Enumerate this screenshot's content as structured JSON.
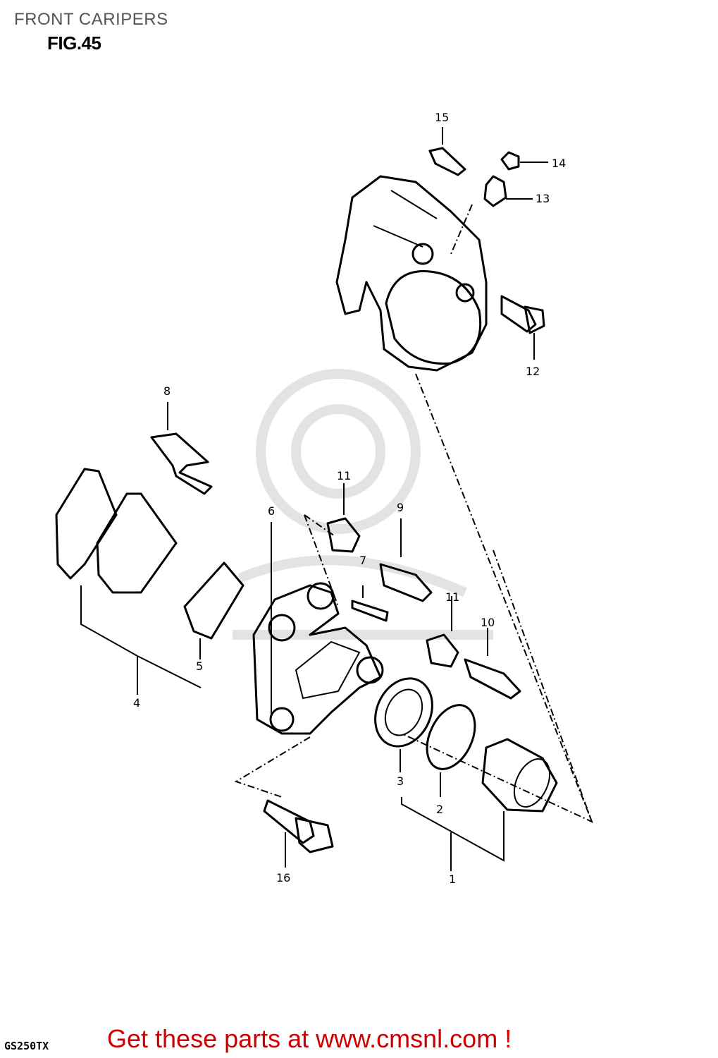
{
  "header": {
    "title": "FRONT CARIPERS",
    "figure": "FIG.45"
  },
  "footer": {
    "model": "GS250TX",
    "promo": "Get these parts at www.cmsnl.com !"
  },
  "colors": {
    "promo": "#cc0000",
    "title": "#555555",
    "watermark": "#e3e3e3"
  },
  "callouts": {
    "p1": "1",
    "p2": "2",
    "p3": "3",
    "p4": "4",
    "p5": "5",
    "p6": "6",
    "p7": "7",
    "p8": "8",
    "p9": "9",
    "p10": "10",
    "p11a": "11",
    "p11b": "11",
    "p12": "12",
    "p13": "13",
    "p14": "14",
    "p15": "15",
    "p16": "16"
  }
}
